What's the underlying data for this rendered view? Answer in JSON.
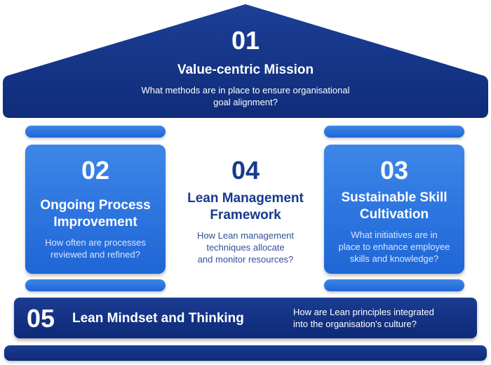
{
  "roof": {
    "number": "01",
    "title": "Value-centric Mission",
    "question_line1": "What methods are in place to ensure organisational",
    "question_line2": "goal alignment?"
  },
  "left_pillar": {
    "number": "02",
    "title_line1": "Ongoing Process",
    "title_line2": "Improvement",
    "question_line1": "How often are processes",
    "question_line2": "reviewed and refined?"
  },
  "center": {
    "number": "04",
    "title_line1": "Lean Management",
    "title_line2": "Framework",
    "question_line1": "How Lean management",
    "question_line2": "techniques allocate",
    "question_line3": "and monitor resources?"
  },
  "right_pillar": {
    "number": "03",
    "title_line1": "Sustainable Skill",
    "title_line2": "Cultivation",
    "question_line1": "What initiatives are in",
    "question_line2": "place to enhance employee",
    "question_line3": "skills and knowledge?"
  },
  "base": {
    "number": "05",
    "title": "Lean Mindset and Thinking",
    "question_line1": "How are Lean principles integrated",
    "question_line2": "into the organisation's culture?"
  },
  "colors": {
    "navy": "#13327f",
    "blue": "#2a74de",
    "center_text": "#163a8c",
    "center_desc": "#2f4f9a"
  }
}
